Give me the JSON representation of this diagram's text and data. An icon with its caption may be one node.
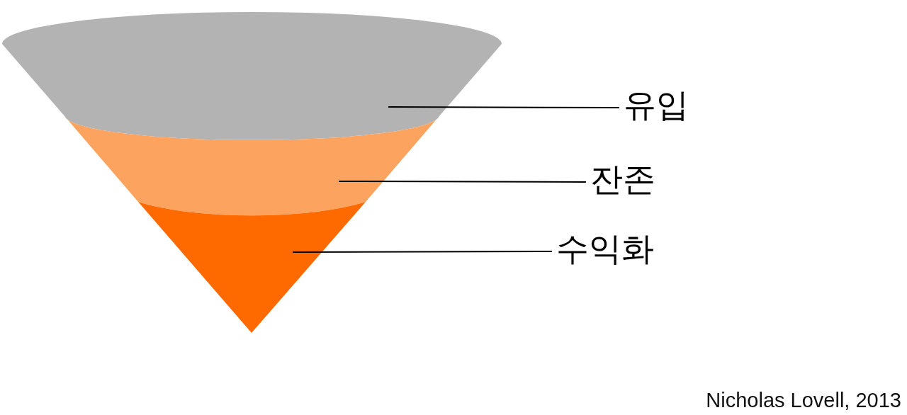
{
  "diagram": {
    "nodes": [
      {
        "text": [
          "유입"
        ]
      },
      {
        "text": [
          "잔존"
        ]
      },
      {
        "text": [
          "수익화"
        ]
      },
      {
        "text": [],
        "shape": "band"
      },
      {
        "text": [],
        "shape": "band"
      },
      {
        "text": [],
        "shape": "band"
      }
    ],
    "edges": [
      {
        "from": 0,
        "to": 3,
        "arrow": "none"
      },
      {
        "from": 1,
        "to": 4,
        "arrow": "none"
      },
      {
        "from": 2,
        "to": 5,
        "arrow": "none"
      }
    ],
    "labels": [
      "Nicholas Lovell, 2013"
    ]
  }
}
